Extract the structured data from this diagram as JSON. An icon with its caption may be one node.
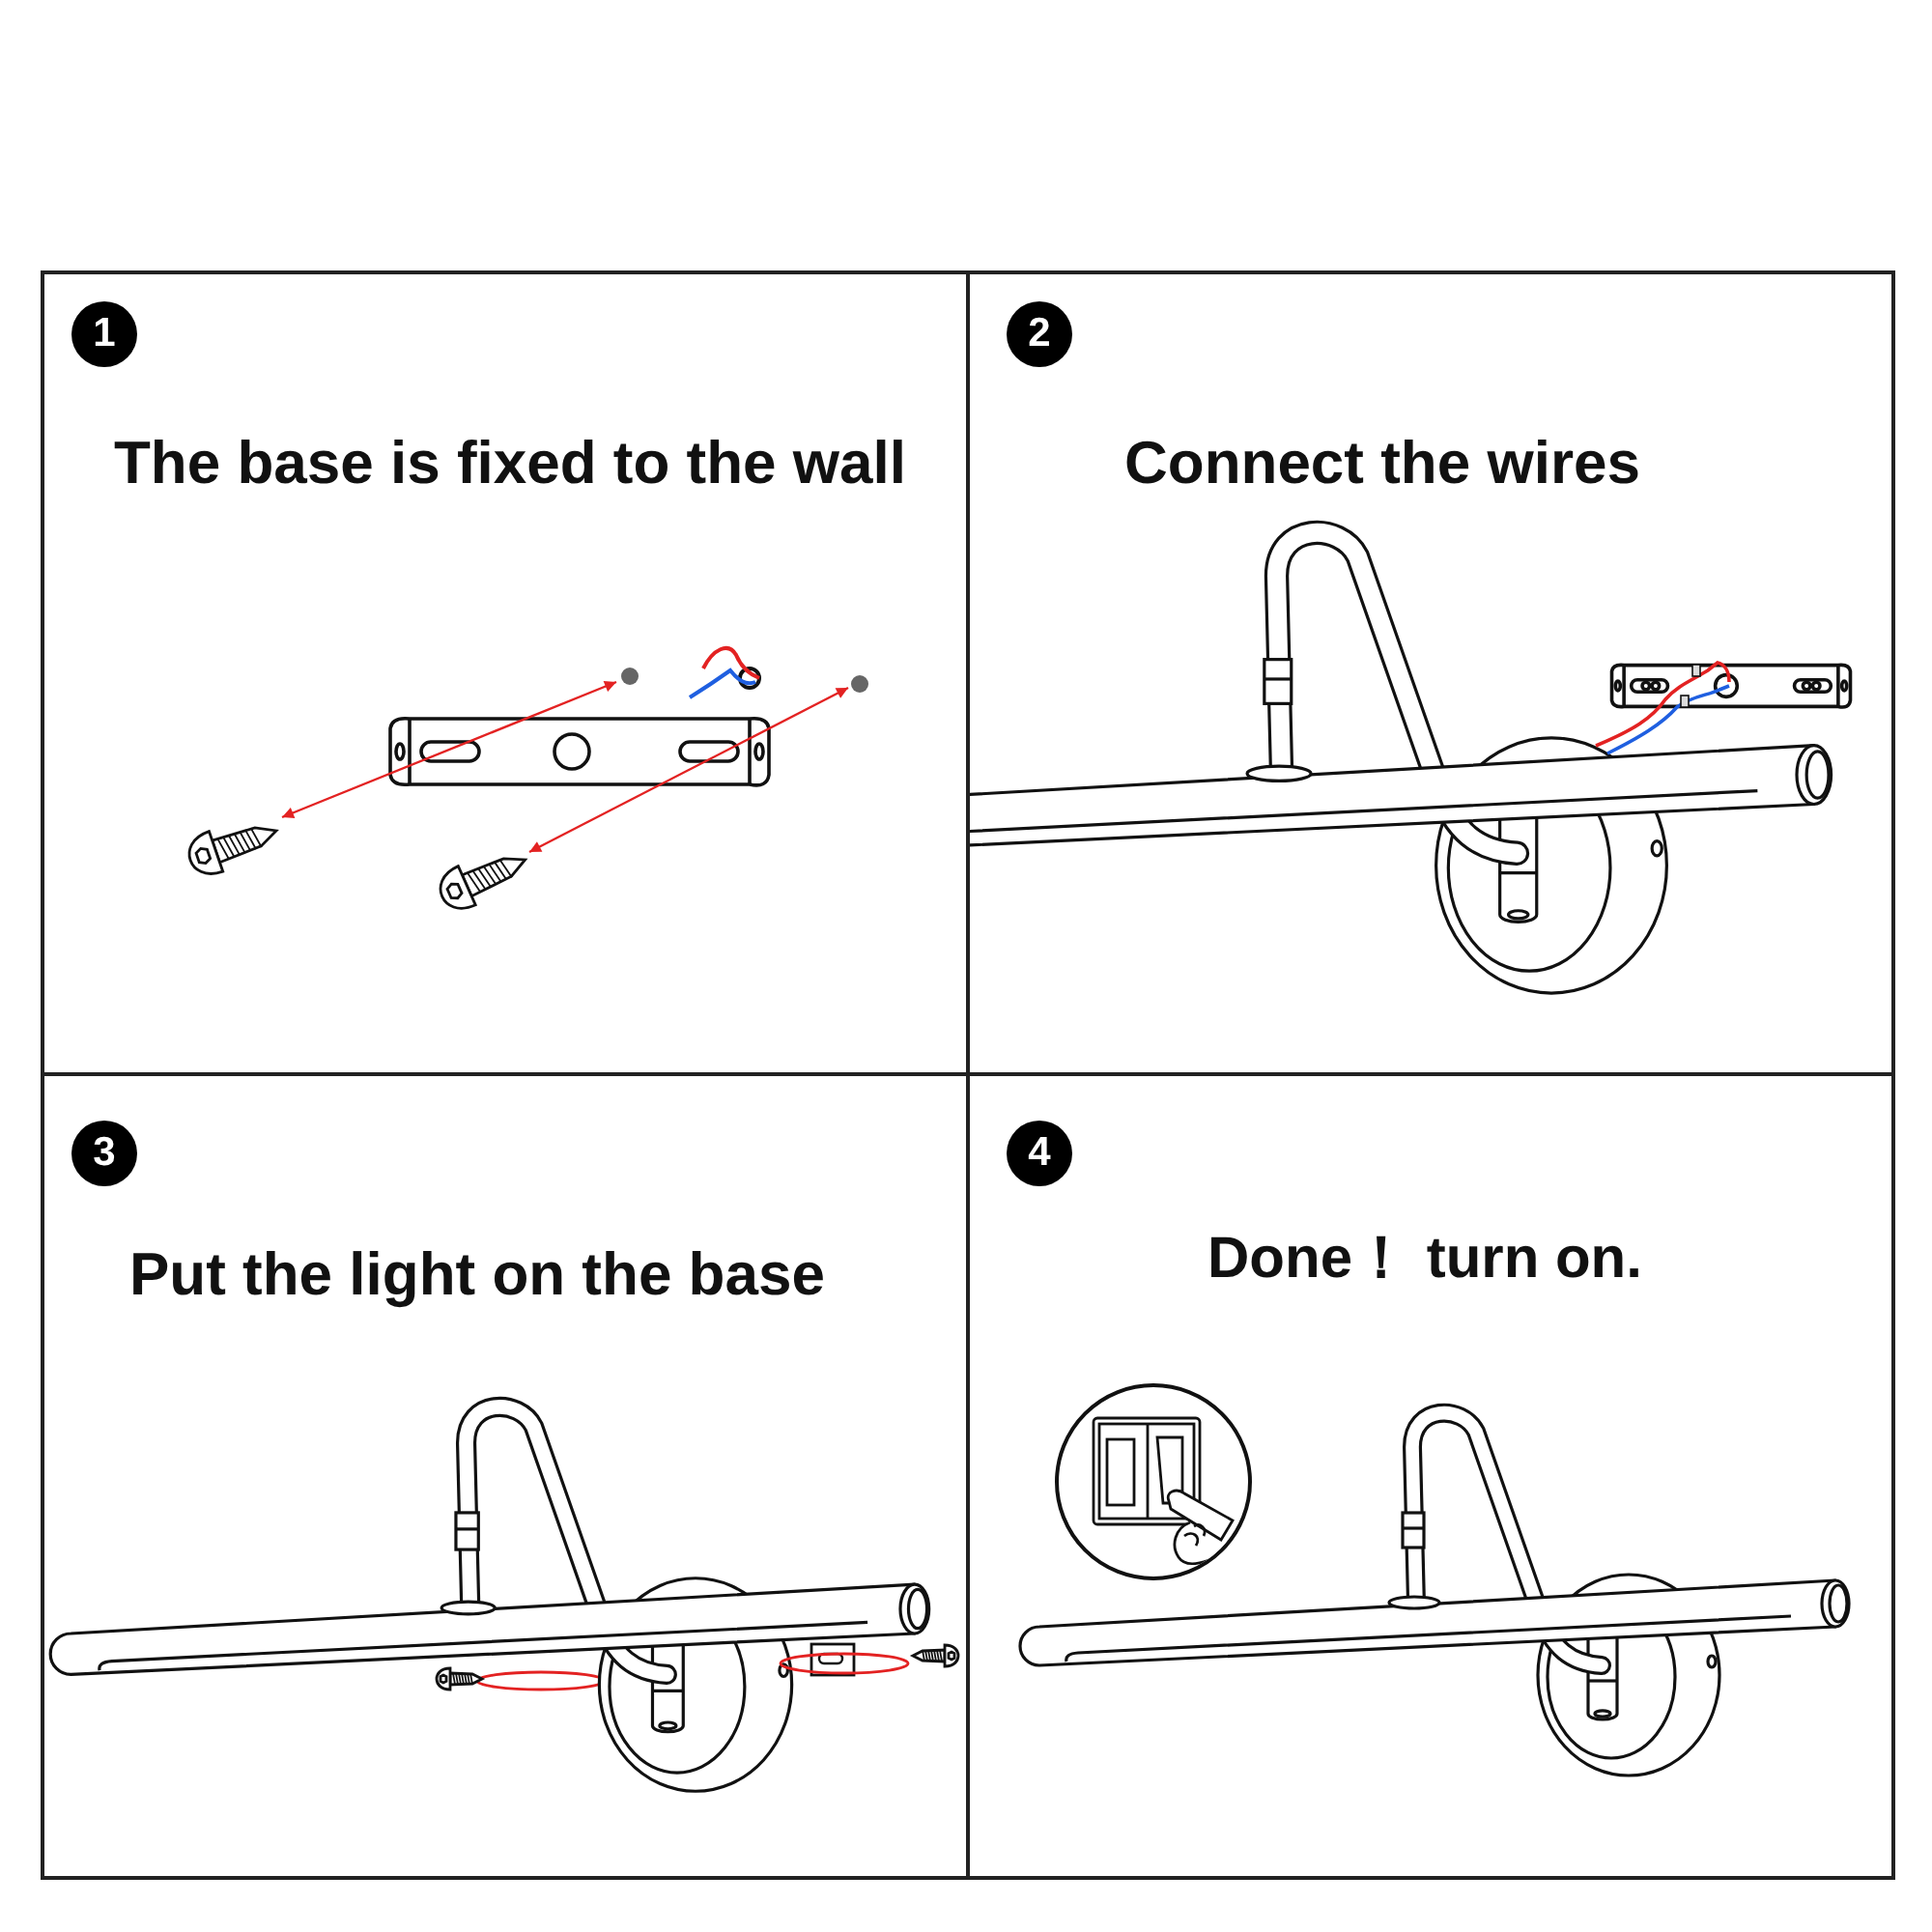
{
  "diagram": {
    "nodes": [
      {
        "text": [
          "The base is fixed to the wall"
        ]
      },
      {
        "text": [
          "1"
        ],
        "in": 0
      },
      {
        "text": [
          "Connect the wires"
        ]
      },
      {
        "text": [
          "2"
        ],
        "in": 2
      },
      {
        "text": [
          "Put the light on the base"
        ]
      },
      {
        "text": [
          "3"
        ],
        "in": 4
      },
      {
        "text": [
          "Done！ turn on."
        ]
      },
      {
        "text": [
          "4"
        ],
        "in": 6
      }
    ],
    "edges": []
  }
}
